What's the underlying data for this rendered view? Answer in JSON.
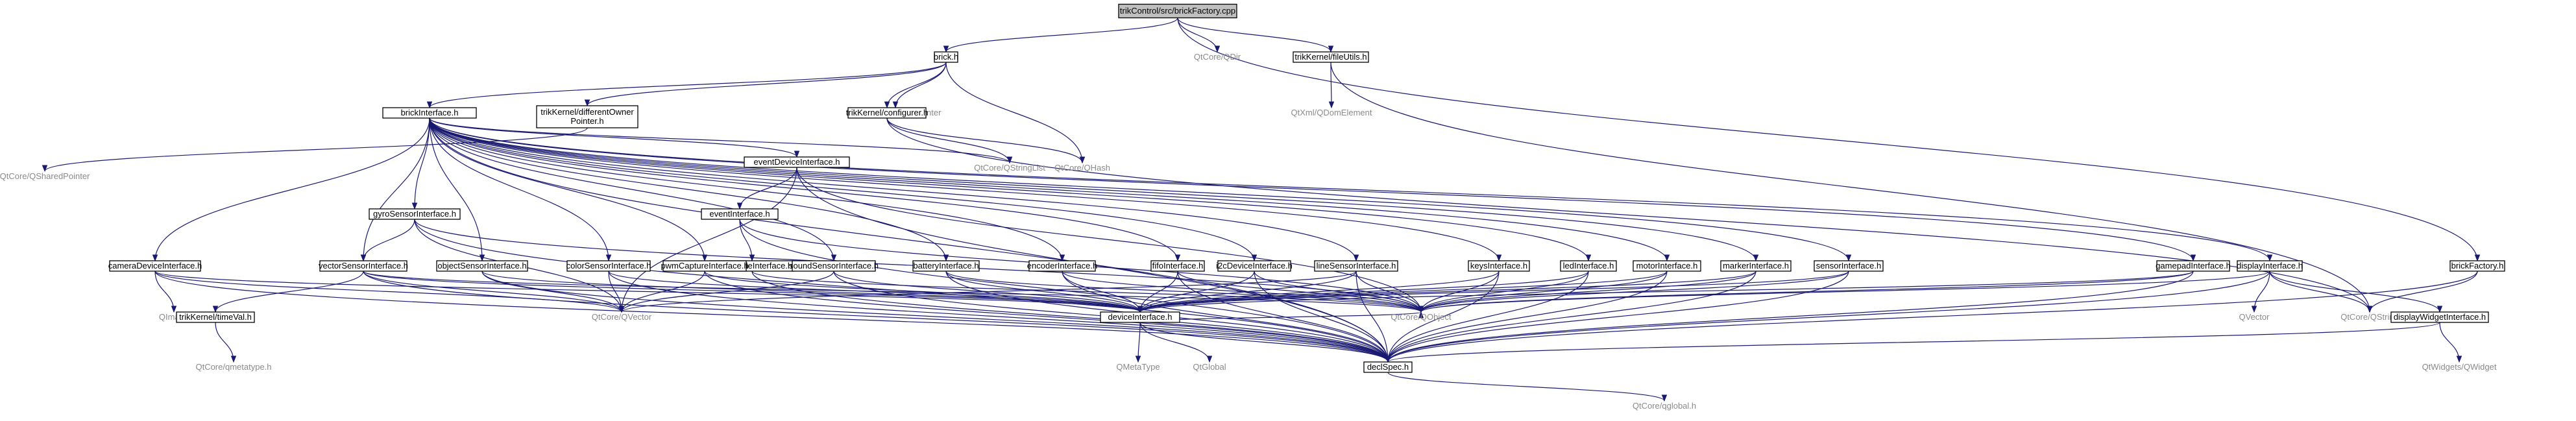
{
  "graph": {
    "title": "",
    "edge_color": "#191970",
    "root_fill": "#bfbfbf",
    "external_text_color": "#8a8a8a",
    "nodes": [
      {
        "id": "root",
        "label": "trikControl/src/brickFactory.cpp",
        "kind": "root"
      },
      {
        "id": "brick",
        "label": "brick.h",
        "kind": "file"
      },
      {
        "id": "qdir",
        "label": "QtCore/QDir",
        "kind": "external"
      },
      {
        "id": "fileutils",
        "label": "trikKernel/fileUtils.h",
        "kind": "file"
      },
      {
        "id": "diffowner",
        "label": [
          "trikKernel/differentOwner",
          "Pointer.h"
        ],
        "kind": "file"
      },
      {
        "id": "brickiface",
        "label": "brickInterface.h",
        "kind": "file"
      },
      {
        "id": "scopedptr",
        "label": "QtCore/QScopedPointer",
        "kind": "external"
      },
      {
        "id": "configurer",
        "label": "trikKernel/configurer.h",
        "kind": "file"
      },
      {
        "id": "qdomelement",
        "label": "QtXml/QDomElement",
        "kind": "external"
      },
      {
        "id": "qsharedptr",
        "label": "QtCore/QSharedPointer",
        "kind": "external"
      },
      {
        "id": "qstringlist",
        "label": "QtCore/QStringList",
        "kind": "external"
      },
      {
        "id": "qhash",
        "label": "QtCore/QHash",
        "kind": "external"
      },
      {
        "id": "eventdev",
        "label": "eventDeviceInterface.h",
        "kind": "file"
      },
      {
        "id": "gyro",
        "label": "gyroSensorInterface.h",
        "kind": "file"
      },
      {
        "id": "eventiface",
        "label": "eventInterface.h",
        "kind": "file"
      },
      {
        "id": "eventcode",
        "label": "eventCodeInterface.h",
        "kind": "file"
      },
      {
        "id": "camera",
        "label": "cameraDeviceInterface.h",
        "kind": "file"
      },
      {
        "id": "vector",
        "label": "vectorSensorInterface.h",
        "kind": "file"
      },
      {
        "id": "object",
        "label": "objectSensorInterface.h",
        "kind": "file"
      },
      {
        "id": "color",
        "label": "colorSensorInterface.h",
        "kind": "file"
      },
      {
        "id": "pwmcap",
        "label": "pwmCaptureInterface.h",
        "kind": "file"
      },
      {
        "id": "sound",
        "label": "soundSensorInterface.h",
        "kind": "file"
      },
      {
        "id": "battery",
        "label": "batteryInterface.h",
        "kind": "file"
      },
      {
        "id": "encoder",
        "label": "encoderInterface.h",
        "kind": "file"
      },
      {
        "id": "fifo",
        "label": "fifoInterface.h",
        "kind": "file"
      },
      {
        "id": "i2c",
        "label": "i2cDeviceInterface.h",
        "kind": "file"
      },
      {
        "id": "line",
        "label": "lineSensorInterface.h",
        "kind": "file"
      },
      {
        "id": "keys",
        "label": "keysInterface.h",
        "kind": "file"
      },
      {
        "id": "led",
        "label": "ledInterface.h",
        "kind": "file"
      },
      {
        "id": "motor",
        "label": "motorInterface.h",
        "kind": "file"
      },
      {
        "id": "marker",
        "label": "markerInterface.h",
        "kind": "file"
      },
      {
        "id": "sensor",
        "label": "sensorInterface.h",
        "kind": "file"
      },
      {
        "id": "gamepad",
        "label": "gamepadInterface.h",
        "kind": "file"
      },
      {
        "id": "display",
        "label": "displayInterface.h",
        "kind": "file"
      },
      {
        "id": "brickfactory",
        "label": "brickFactory.h",
        "kind": "file"
      },
      {
        "id": "qimage",
        "label": "QImage",
        "kind": "external"
      },
      {
        "id": "timeval",
        "label": "trikKernel/timeVal.h",
        "kind": "file"
      },
      {
        "id": "qvector",
        "label": "QtCore/QVector",
        "kind": "external"
      },
      {
        "id": "devicei",
        "label": "deviceInterface.h",
        "kind": "file"
      },
      {
        "id": "qobject",
        "label": "QtCore/QObject",
        "kind": "external"
      },
      {
        "id": "qvector2",
        "label": "QVector",
        "kind": "external"
      },
      {
        "id": "qstring",
        "label": "QtCore/QString",
        "kind": "external"
      },
      {
        "id": "displaywidget",
        "label": "displayWidgetInterface.h",
        "kind": "file"
      },
      {
        "id": "qmetatype",
        "label": "QtCore/qmetatype.h",
        "kind": "external"
      },
      {
        "id": "qmetatype2",
        "label": "QMetaType",
        "kind": "external"
      },
      {
        "id": "qglobal",
        "label": "QtGlobal",
        "kind": "external"
      },
      {
        "id": "declspec",
        "label": "declSpec.h",
        "kind": "file"
      },
      {
        "id": "qwidget",
        "label": "QtWidgets/QWidget",
        "kind": "external"
      },
      {
        "id": "qglobalh",
        "label": "QtCore/qglobal.h",
        "kind": "external"
      }
    ]
  }
}
